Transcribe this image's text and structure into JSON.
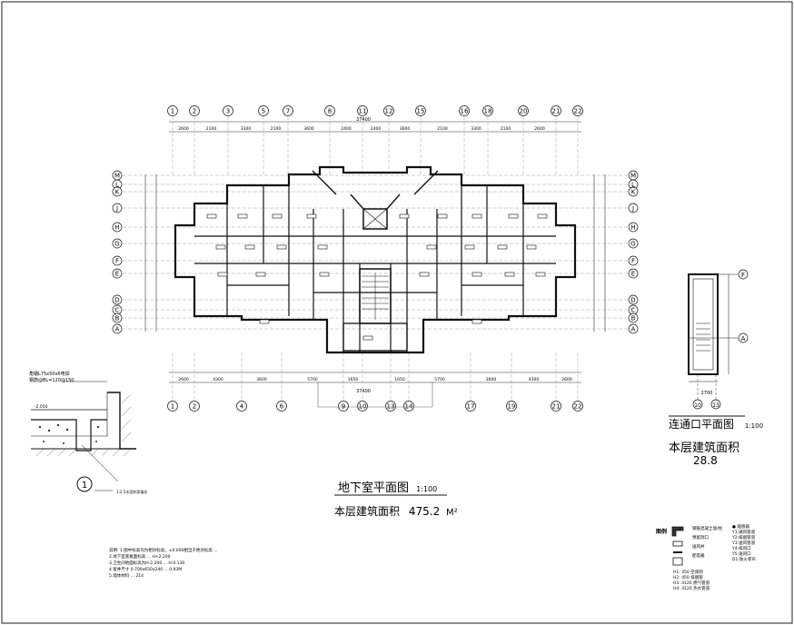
{
  "grid_top": [
    "1",
    "2",
    "3",
    "5",
    "7",
    "8",
    "11",
    "12",
    "15",
    "16",
    "18",
    "20",
    "21",
    "22"
  ],
  "grid_bottom": [
    "1",
    "2",
    "4",
    "6",
    "9",
    "10",
    "13",
    "14",
    "17",
    "19",
    "21",
    "22"
  ],
  "grid_left": [
    "M",
    "L",
    "K",
    "J",
    "H",
    "G",
    "F",
    "E",
    "D",
    "C",
    "B",
    "A"
  ],
  "dims_top": [
    "2600",
    "2100",
    "3300",
    "2100",
    "3600",
    "2400",
    "2400",
    "3600",
    "2100",
    "3300",
    "2100",
    "2600"
  ],
  "dims_bottom": [
    "2600",
    "4300",
    "3600",
    "5700",
    "1650",
    "1650",
    "5700",
    "3600",
    "4300",
    "2600"
  ],
  "overall_dim": "37400",
  "main_title": "地下室平面图",
  "main_scale": "1:100",
  "main_area_label": "本层建筑面积",
  "main_area_value": "475.2",
  "main_area_unit": "M²",
  "connector_title": "连通口平面图",
  "connector_scale": "1:100",
  "connector_area_label": "本层建筑面积",
  "connector_area_value": "28.8",
  "connector_grid_right": [
    "F",
    "A"
  ],
  "connector_grid_bottom": [
    "10",
    "13"
  ],
  "connector_dim_bottom": "2700",
  "detail_number": "1",
  "detail_note_top": "角钢L75x50x6电焊",
  "detail_note_mid": "钢筋@BL=120@150",
  "detail_note_bottom": "1:2.5水泥砂浆填实",
  "detail_level": "-2.050",
  "notes": [
    "说明: 1.图中标高均为相对标高，±0.000相当于绝对标高 ...",
    "2.地下室底板面标高 ... H+2.200",
    "3.卫生间地面标高为H-2.200 ... H-0.130",
    "4.窗井尺寸 0.700x650x240 ... 0.93M",
    "5.墙体材料 ... 214"
  ],
  "legend_title": "图例",
  "legend_items": [
    "钢筋混凝土墙/柱",
    "预留洞口",
    "送风井",
    "配电箱"
  ],
  "legend_right": [
    "● 烟感器",
    "Y1:通风管道",
    "Y2:排烟管道",
    "Y3:送风管道",
    "Y4:排风口",
    "Y5:送风口",
    "D1:防火卷帘"
  ],
  "legend_codes": [
    "H1: 450 空调洞",
    "H2: 450 排烟管",
    "H3: 4120 燃气管道",
    "H4: 4120 热水管道"
  ]
}
